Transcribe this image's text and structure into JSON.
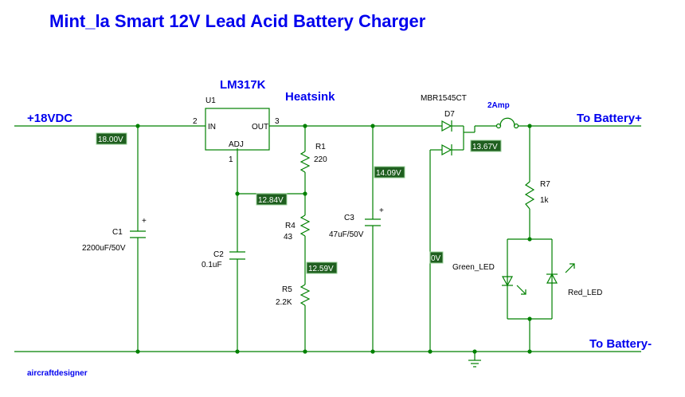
{
  "title": "Mint_la Smart 12V Lead Acid Battery Charger",
  "author": "aircraftdesigner",
  "terminals": {
    "input": "+18VDC",
    "battery_pos": "To Battery+",
    "battery_neg": "To Battery-"
  },
  "regulator": {
    "part": "LM317K",
    "ref": "U1",
    "heatsink": "Heatsink",
    "pin_in_num": "2",
    "pin_in": "IN",
    "pin_out": "OUT",
    "pin_out_num": "3",
    "pin_adj": "ADJ",
    "pin_adj_num": "1"
  },
  "components": {
    "r1": {
      "ref": "R1",
      "value": "220"
    },
    "r4": {
      "ref": "R4",
      "value": "43"
    },
    "r5": {
      "ref": "R5",
      "value": "2.2K"
    },
    "r7": {
      "ref": "R7",
      "value": "1k"
    },
    "c1": {
      "ref": "C1",
      "value": "2200uF/50V",
      "polarity": "+"
    },
    "c2": {
      "ref": "C2",
      "value": "0.1uF"
    },
    "c3": {
      "ref": "C3",
      "value": "47uF/50V",
      "polarity": "+"
    },
    "d7": {
      "ref": "D7",
      "part": "MBR1545CT"
    },
    "fuse": {
      "value": "2Amp"
    },
    "led_green": "Green_LED",
    "led_red": "Red_LED"
  },
  "probes": {
    "p18": "18.00V",
    "p1284": "12.84V",
    "p1259": "12.59V",
    "p1409": "14.09V",
    "p0": "0V",
    "p1367": "13.67V"
  },
  "colors": {
    "wire": "#008000",
    "title": "#0000ee",
    "probe_bg": "#1f5f1f"
  }
}
